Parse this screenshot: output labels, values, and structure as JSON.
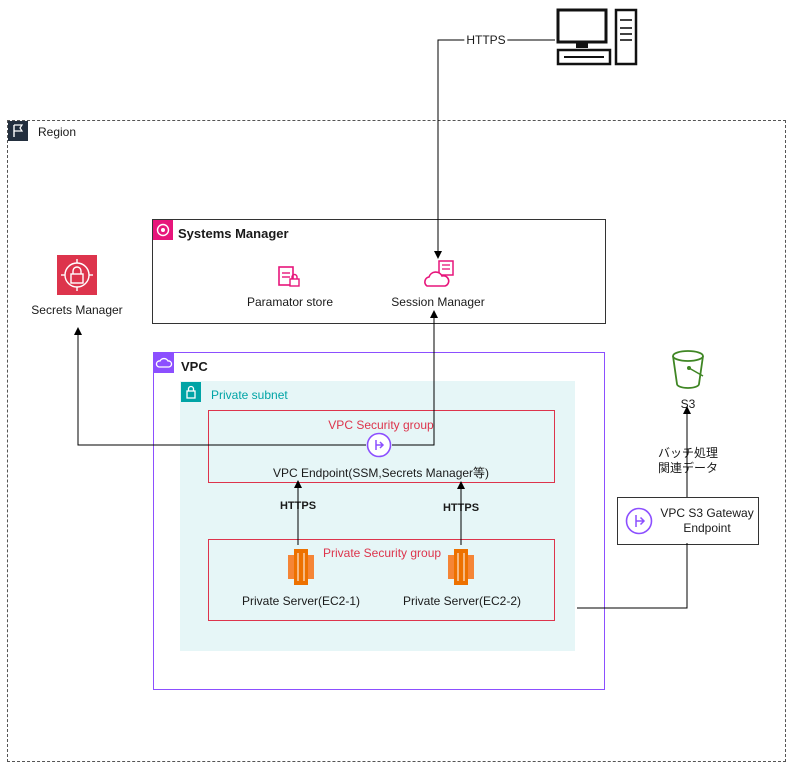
{
  "user": {
    "icon": "desktop-computer-icon",
    "conn_label": "HTTPS"
  },
  "region": {
    "label": "Region",
    "icon": "flag-icon"
  },
  "secrets_manager": {
    "label": "Secrets Manager",
    "icon": "secrets-manager-icon",
    "color": "#DD344C"
  },
  "systems_manager": {
    "title": "Systems Manager",
    "icon": "systems-manager-icon",
    "color": "#E7157B",
    "parameter_store": {
      "label": "Paramator store",
      "icon": "parameter-store-icon"
    },
    "session_manager": {
      "label": "Session Manager",
      "icon": "session-manager-icon"
    }
  },
  "vpc": {
    "title": "VPC",
    "icon": "vpc-cloud-icon",
    "color": "#8C4FFF",
    "private_subnet": {
      "label": "Private subnet",
      "icon": "lock-icon",
      "color": "#00A4A6",
      "bg": "#E6F6F7"
    },
    "vpc_security_group": {
      "label": "VPC Security group",
      "color": "#DD344C"
    },
    "vpc_endpoint": {
      "label": "VPC Endpoint(SSM,Secrets Manager等)",
      "icon": "vpc-endpoint-icon"
    },
    "private_security_group": {
      "label": "Private Security group",
      "color": "#DD344C"
    },
    "servers": [
      {
        "label": "Private Server(EC2-1)",
        "icon": "ec2-instance-icon",
        "https_label": "HTTPS"
      },
      {
        "label": "Private Server(EC2-2)",
        "icon": "ec2-instance-icon",
        "https_label": "HTTPS"
      }
    ]
  },
  "s3": {
    "label": "S3",
    "icon": "s3-bucket-icon",
    "color": "#3F8624",
    "flow_label_1": "バッチ処理",
    "flow_label_2": "関連データ"
  },
  "s3_gateway": {
    "label_1": "VPC S3 Gateway",
    "label_2": "Endpoint",
    "icon": "vpc-endpoint-icon"
  }
}
